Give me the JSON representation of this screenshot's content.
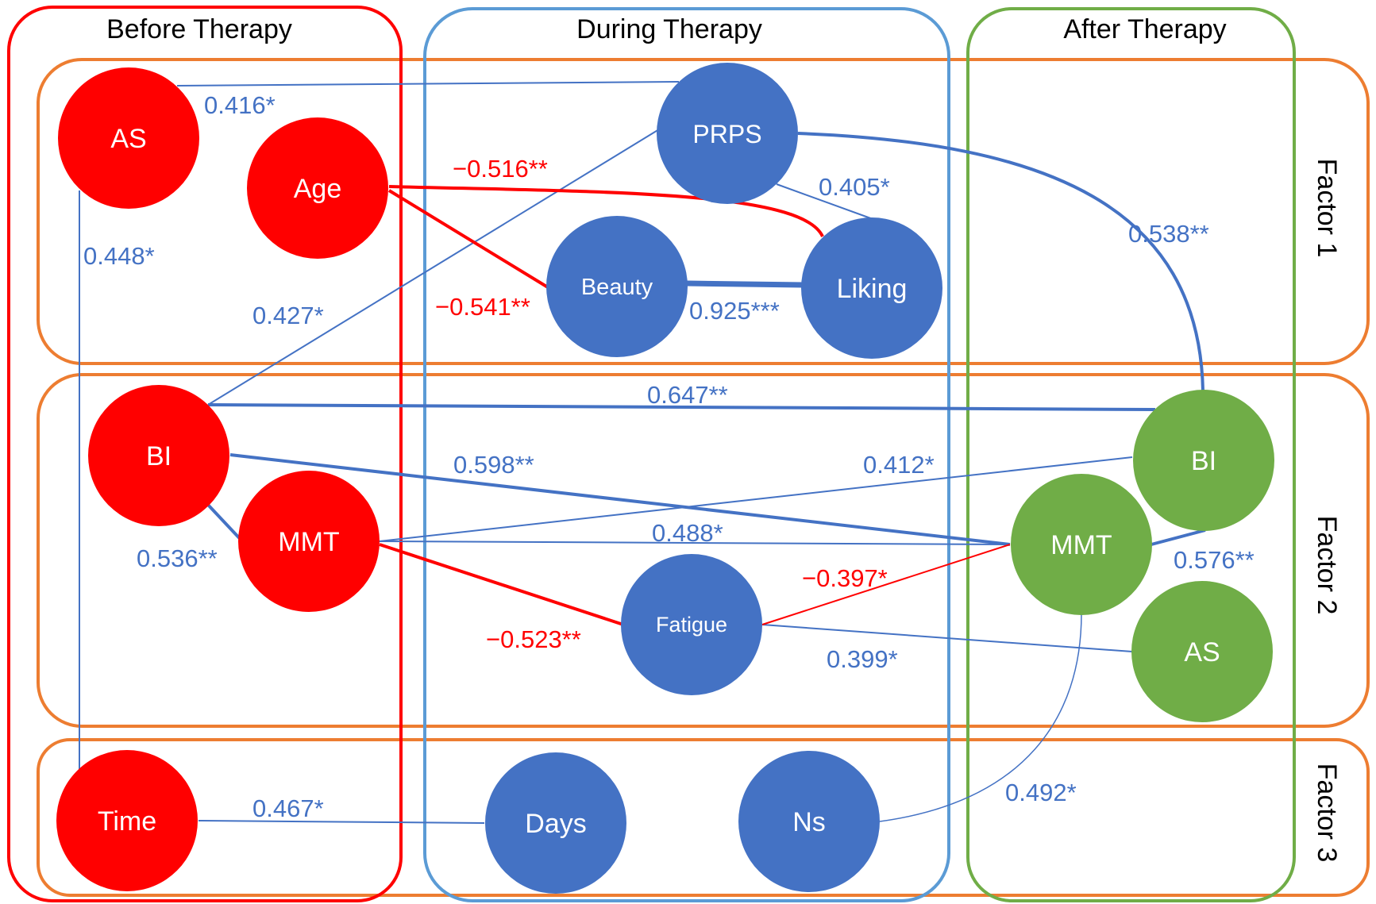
{
  "colors": {
    "before": "#ff0000",
    "during": "#4472c4",
    "after": "#70ad47",
    "factor_box": "#ed7d31",
    "during_box": "#5b9bd5",
    "positive_edge": "#4472c4",
    "negative_edge": "#ff0000"
  },
  "phases": {
    "before": "Before Therapy",
    "during": "During Therapy",
    "after": "After Therapy"
  },
  "factors": {
    "f1": "Factor 1",
    "f2": "Factor 2",
    "f3": "Factor 3"
  },
  "nodes": {
    "as_before": "AS",
    "age": "Age",
    "bi_before": "BI",
    "mmt_before": "MMT",
    "time": "Time",
    "prps": "PRPS",
    "beauty": "Beauty",
    "liking": "Liking",
    "fatigue": "Fatigue",
    "days": "Days",
    "ns": "Ns",
    "bi_after": "BI",
    "mmt_after": "MMT",
    "as_after": "AS"
  },
  "edges": {
    "as_prps": "0.416*",
    "as_time": "0.448*",
    "age_liking": "−0.516**",
    "age_beauty": "−0.541**",
    "prps_liking": "0.405*",
    "prps_bi_after": "0.538**",
    "bi_prps": "0.427*",
    "beauty_liking": "0.925***",
    "bi_bi_after": "0.647**",
    "bi_mmt_after": "0.598**",
    "mmt_bi_after": "0.412*",
    "bi_mmt_before": "0.536**",
    "mmt_mmt_after": "0.488*",
    "fatigue_mmt_after": "−0.397*",
    "mmt_after_bi_after": "0.576**",
    "mmt_fatigue": "−0.523**",
    "fatigue_as_after": "0.399*",
    "time_days": "0.467*",
    "ns_mmt_after": "0.492*"
  }
}
